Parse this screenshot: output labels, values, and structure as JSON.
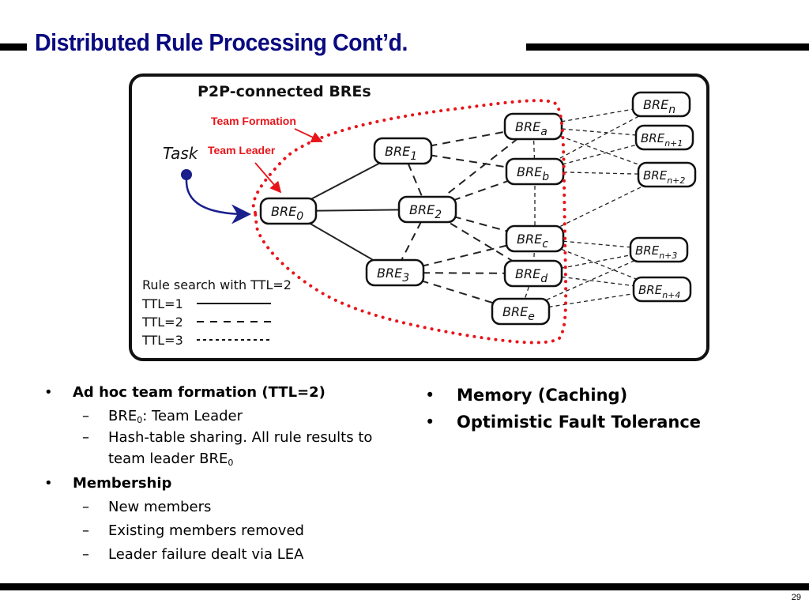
{
  "slide": {
    "title": "Distributed Rule Processing Cont’d.",
    "page_number": "29"
  },
  "diagram": {
    "heading": "P2P-connected BREs",
    "annotations": {
      "team_formation": "Team Formation",
      "team_leader": "Team Leader",
      "task": "Task"
    },
    "legend": {
      "title": "Rule search with TTL=2",
      "items": [
        {
          "label": "TTL=1",
          "style": "solid"
        },
        {
          "label": "TTL=2",
          "style": "long-dash"
        },
        {
          "label": "TTL=3",
          "style": "short-dash"
        }
      ]
    },
    "nodes": [
      {
        "id": "bre0",
        "base": "BRE",
        "sub": "0"
      },
      {
        "id": "bre1",
        "base": "BRE",
        "sub": "1"
      },
      {
        "id": "bre2",
        "base": "BRE",
        "sub": "2"
      },
      {
        "id": "bre3",
        "base": "BRE",
        "sub": "3"
      },
      {
        "id": "brea",
        "base": "BRE",
        "sub": "a"
      },
      {
        "id": "breb",
        "base": "BRE",
        "sub": "b"
      },
      {
        "id": "brec",
        "base": "BRE",
        "sub": "c"
      },
      {
        "id": "bred",
        "base": "BRE",
        "sub": "d"
      },
      {
        "id": "bree",
        "base": "BRE",
        "sub": "e"
      },
      {
        "id": "bren",
        "base": "BRE",
        "sub": "n"
      },
      {
        "id": "bren1",
        "base": "BRE",
        "sub": "n+1"
      },
      {
        "id": "bren2",
        "base": "BRE",
        "sub": "n+2"
      },
      {
        "id": "bren3",
        "base": "BRE",
        "sub": "n+3"
      },
      {
        "id": "bren4",
        "base": "BRE",
        "sub": "n+4"
      }
    ],
    "edges": [
      {
        "from": "bre0",
        "to": "bre1",
        "ttl": 1
      },
      {
        "from": "bre0",
        "to": "bre2",
        "ttl": 1
      },
      {
        "from": "bre0",
        "to": "bre3",
        "ttl": 1
      },
      {
        "from": "bre1",
        "to": "bre2",
        "ttl": 2
      },
      {
        "from": "bre2",
        "to": "bre3",
        "ttl": 2
      },
      {
        "from": "bre1",
        "to": "brea",
        "ttl": 2
      },
      {
        "from": "bre1",
        "to": "breb",
        "ttl": 2
      },
      {
        "from": "bre2",
        "to": "brea",
        "ttl": 2
      },
      {
        "from": "bre2",
        "to": "breb",
        "ttl": 2
      },
      {
        "from": "bre2",
        "to": "brec",
        "ttl": 2
      },
      {
        "from": "bre2",
        "to": "bred",
        "ttl": 2
      },
      {
        "from": "bre3",
        "to": "brec",
        "ttl": 2
      },
      {
        "from": "bre3",
        "to": "bred",
        "ttl": 2
      },
      {
        "from": "bre3",
        "to": "bree",
        "ttl": 2
      },
      {
        "from": "brea",
        "to": "breb",
        "ttl": 3
      },
      {
        "from": "breb",
        "to": "brec",
        "ttl": 3
      },
      {
        "from": "brec",
        "to": "bred",
        "ttl": 3
      },
      {
        "from": "bred",
        "to": "bree",
        "ttl": 3
      },
      {
        "from": "brea",
        "to": "bren",
        "ttl": 3
      },
      {
        "from": "brea",
        "to": "bren1",
        "ttl": 3
      },
      {
        "from": "brea",
        "to": "bren2",
        "ttl": 3
      },
      {
        "from": "breb",
        "to": "bren",
        "ttl": 3
      },
      {
        "from": "breb",
        "to": "bren1",
        "ttl": 3
      },
      {
        "from": "breb",
        "to": "bren2",
        "ttl": 3
      },
      {
        "from": "brec",
        "to": "bren2",
        "ttl": 3
      },
      {
        "from": "brec",
        "to": "bren3",
        "ttl": 3
      },
      {
        "from": "brec",
        "to": "bren4",
        "ttl": 3
      },
      {
        "from": "bred",
        "to": "bren3",
        "ttl": 3
      },
      {
        "from": "bred",
        "to": "bren4",
        "ttl": 3
      },
      {
        "from": "bree",
        "to": "bren3",
        "ttl": 3
      },
      {
        "from": "bree",
        "to": "bren4",
        "ttl": 3
      }
    ],
    "colors": {
      "annotation": "#e8141a",
      "task_arrow": "#1a1f8c",
      "title": "#0a0a80"
    }
  },
  "bullets_left": [
    {
      "text": "Ad hoc team formation (TTL=2)",
      "children": [
        {
          "text": "BRE",
          "sub": "0",
          "after": ": Team Leader"
        },
        {
          "text": "Hash-table sharing. All rule results to",
          "line2": "team leader BRE",
          "line2_sub": "0"
        }
      ]
    },
    {
      "text": "Membership",
      "children": [
        {
          "text": "New members"
        },
        {
          "text": "Existing members removed"
        },
        {
          "text": "Leader failure dealt via LEA"
        }
      ]
    }
  ],
  "bullets_right": [
    {
      "text": "Memory (Caching)"
    },
    {
      "text": "Optimistic Fault Tolerance"
    }
  ]
}
